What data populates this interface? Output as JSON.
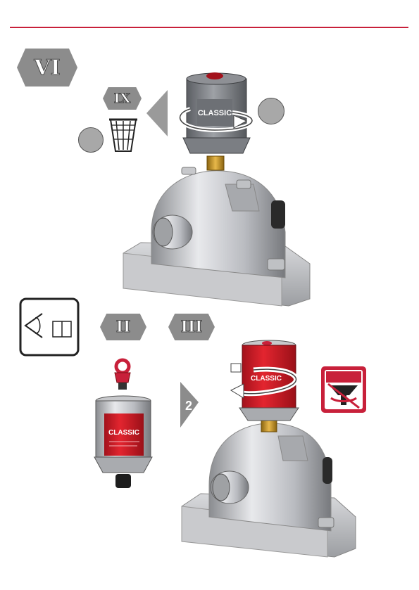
{
  "badges": {
    "step_main": "VI",
    "remove_step": "IX",
    "prep_step_a": "II",
    "prep_step_b": "III"
  },
  "labels": {
    "old_unit": "CLASSIC",
    "new_unit": "CLASSIC",
    "loose_unit": "CLASSIC",
    "arrow_number": "2"
  },
  "icons": [
    "trash-bin-icon",
    "see-manual-icon",
    "do-not-screw-with-tool-icon"
  ],
  "colors": {
    "accent": "#c8203a",
    "badge": "#8c8c8c",
    "unit_red": "#d8202c"
  }
}
